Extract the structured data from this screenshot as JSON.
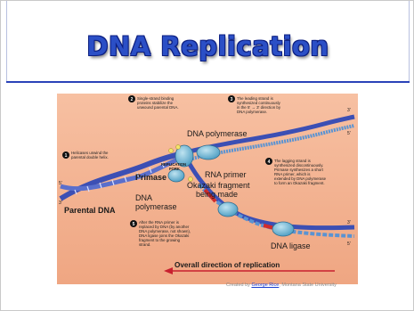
{
  "slide": {
    "title": "DNA Replication",
    "credit_prefix": "Created by ",
    "credit_author": "George Rice",
    "credit_suffix": ", Montana State University"
  },
  "diagram": {
    "step1": {
      "num": "1",
      "lines": [
        "Helicases unwind the",
        "parental double helix."
      ]
    },
    "step2": {
      "num": "2",
      "lines": [
        "Single-strand binding",
        "proteins stabilize the",
        "unwound parental DNA."
      ]
    },
    "step3": {
      "num": "3",
      "lines": [
        "The leading strand is",
        "synthesized continuously",
        "in the 5' → 3' direction by",
        "DNA polymerase."
      ]
    },
    "step4": {
      "num": "4",
      "lines": [
        "The lagging strand is",
        "synthesized discontinuously.",
        "Primase synthesizes a short",
        "RNA primer, which is",
        "extended by DNA polymerase",
        "to form an Okazaki fragment."
      ]
    },
    "step5": {
      "num": "5",
      "lines": [
        "After the RNA primer is",
        "replaced by DNA (by another",
        "DNA polymerase, not shown),",
        "DNA ligase joins the Okazaki",
        "fragment to the growing",
        "strand."
      ]
    },
    "labels": {
      "dna_polymerase_top": "DNA polymerase",
      "replication_fork_1": "REPLICATION",
      "replication_fork_2": "FORK",
      "rna_primer": "RNA primer",
      "primase": "Primase",
      "okazaki_1": "Okazaki fragment",
      "okazaki_2": "being made",
      "dna_polymerase_lower_1": "DNA",
      "dna_polymerase_lower_2": "polymerase",
      "parental_dna": "Parental DNA",
      "dna_ligase": "DNA ligase",
      "direction": "Overall direction of replication",
      "prime3": "3'",
      "prime5": "5'"
    }
  },
  "colors": {
    "title": "#2b4fc6",
    "rule": "#2a43b8",
    "diagram_bg": "#f4b593",
    "parental_strand": "#3c4fb4",
    "new_strand": "#5a93d2",
    "primer": "#d22b2b",
    "enzyme": "#6fb4d2",
    "arrow": "#c8202f"
  }
}
